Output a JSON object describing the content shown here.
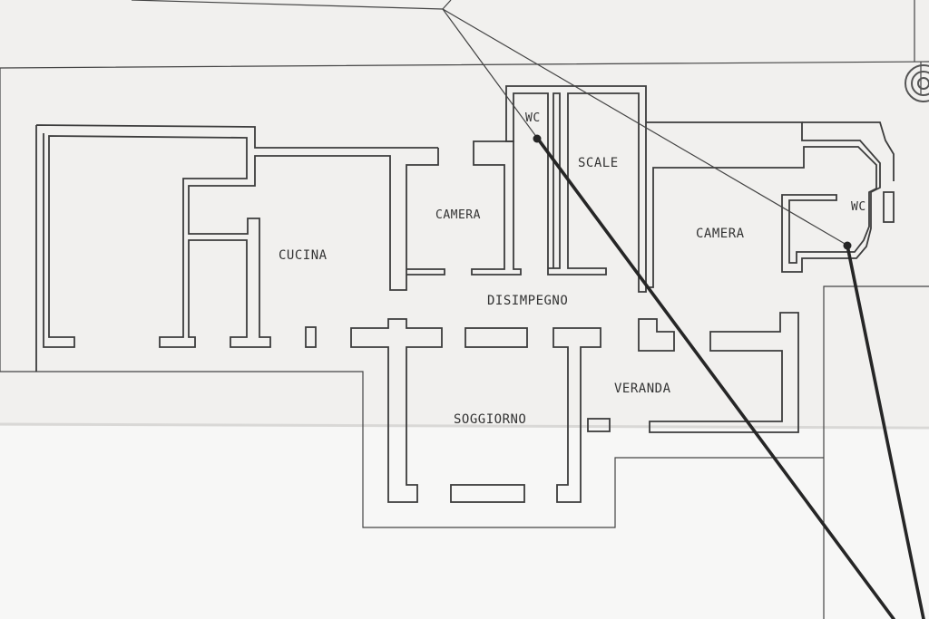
{
  "rooms": {
    "cucina": "CUCINA",
    "camera_center": "CAMERA",
    "wc_center": "WC",
    "scale": "SCALE",
    "camera_right": "CAMERA",
    "wc_right": "WC",
    "disimpegno": "DISIMPEGNO",
    "soggiorno": "SOGGIORNO",
    "veranda": "VERANDA"
  }
}
